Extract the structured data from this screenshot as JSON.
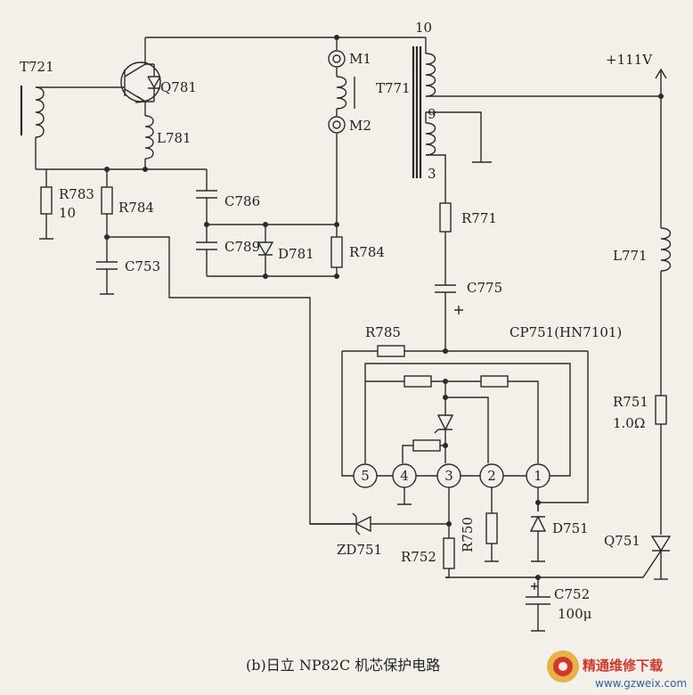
{
  "labels": {
    "t721": "T721",
    "q781": "Q781",
    "l781": "L781",
    "r783": "R783",
    "r783_val": "10",
    "r784_left": "R784",
    "c786": "C786",
    "c789": "C789",
    "d781": "D781",
    "r784_right": "R784",
    "c753": "C753",
    "m1": "M1",
    "m2": "M2",
    "t771": "T771",
    "pin10": "10",
    "pin9": "9",
    "pin3": "3",
    "supply": "+111V",
    "r771": "R771",
    "c775": "C775",
    "l771": "L771",
    "r785": "R785",
    "cp751": "CP751(HN7101)",
    "r751": "R751",
    "r751_val": "1.0Ω",
    "zd751": "ZD751",
    "r752": "R752",
    "r750": "R750",
    "d751": "D751",
    "q751": "Q751",
    "c752": "C752",
    "c752_val": "100μ",
    "ic_pins": [
      "5",
      "4",
      "3",
      "2",
      "1"
    ]
  },
  "caption": "(b)日立 NP82C 机芯保护电路",
  "watermark": {
    "title": "精通维修下载",
    "url": "www.gzweix.com"
  },
  "colors": {
    "ink": "#2a2a2a",
    "paper": "#f3f0ea",
    "watermark_red": "#d2382a",
    "watermark_blue": "#2a5fa8"
  }
}
